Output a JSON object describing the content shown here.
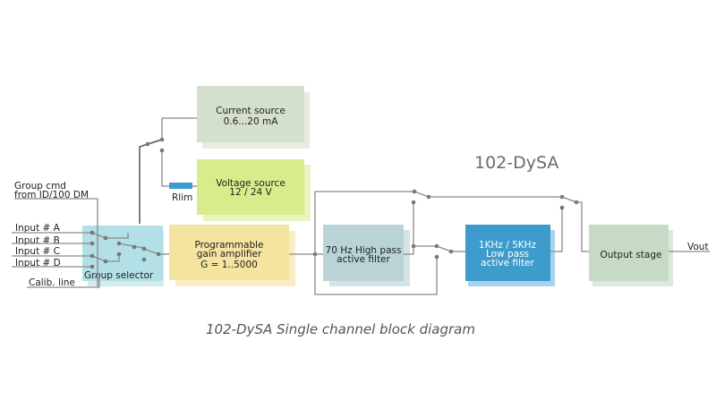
{
  "title": "102-DySA",
  "caption": "102-DySA Single channel block diagram",
  "inputs": {
    "group_cmd": [
      "Group cmd",
      "from ID/100 DM"
    ],
    "lines": [
      "Input # A",
      "Input # B",
      "Input # C",
      "Input # D"
    ],
    "calib": "Calib. line"
  },
  "blocks": {
    "group_selector": {
      "lines": [
        "Group selector"
      ],
      "color": "#b3e0e6",
      "shadow": "#d3ecef"
    },
    "current_source": {
      "lines": [
        "Current source",
        "0.6...20 mA"
      ],
      "color": "#d5e0cc",
      "shadow": "#e6ede0"
    },
    "voltage_source": {
      "lines": [
        "Voltage source",
        "12 / 24 V"
      ],
      "color": "#d8ec8c",
      "shadow": "#e8f3c0"
    },
    "pga": {
      "lines": [
        "Programmable",
        "gain amplifier",
        "G = 1..5000"
      ],
      "color": "#f5e3a0",
      "shadow": "#f8edc6"
    },
    "hp_filter": {
      "lines": [
        "70 Hz High pass",
        "active filter"
      ],
      "color": "#b9d3d6",
      "shadow": "#d4e4e6"
    },
    "lp_filter": {
      "lines": [
        "1KHz / 5KHz",
        "Low pass",
        "active filter"
      ],
      "color": "#3d9ccb",
      "shadow": "#a9d3ea"
    },
    "output_stage": {
      "lines": [
        "Output stage"
      ],
      "color": "#c7dac6",
      "shadow": "#dde8dc"
    }
  },
  "rlim": {
    "label": "Rlim",
    "color": "#3d9ccb"
  },
  "output_label": "Vout"
}
